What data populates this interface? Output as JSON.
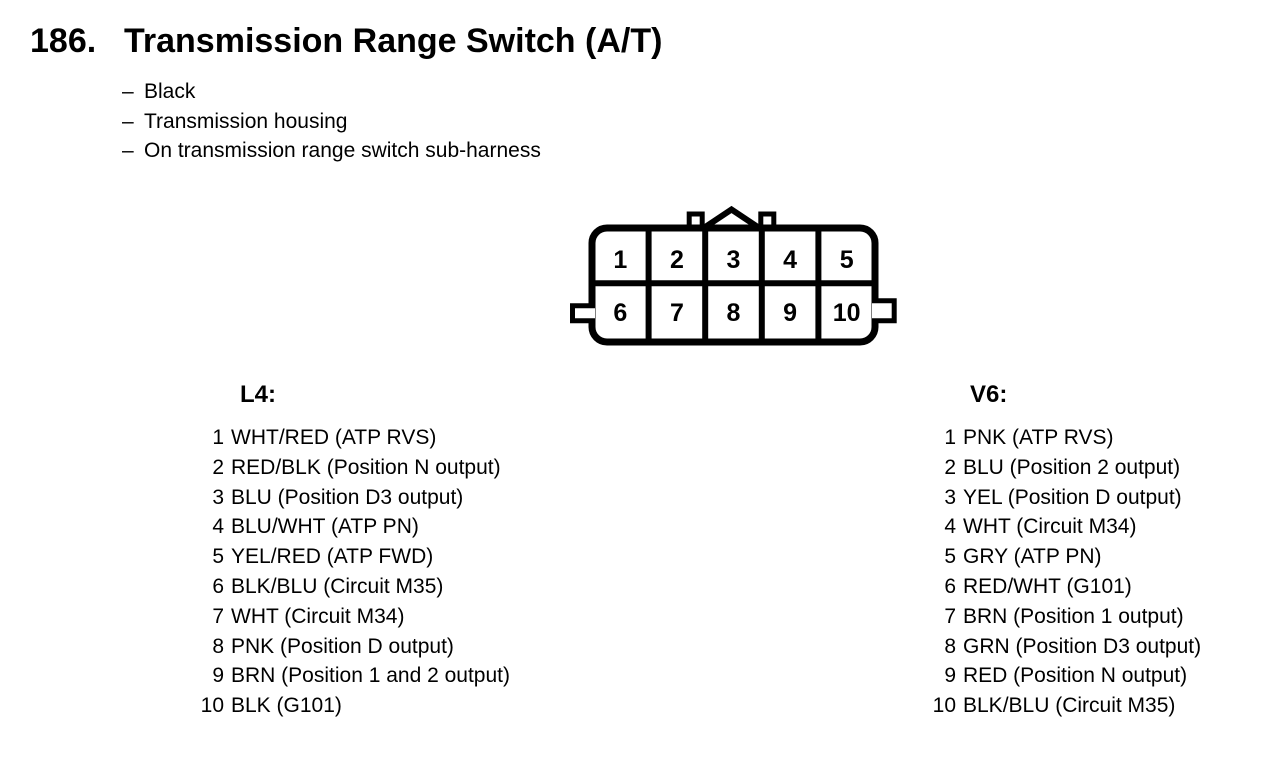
{
  "page": {
    "number_label": "186.",
    "title": "Transmission Range Switch (A/T)",
    "bullets": [
      {
        "dash": "–",
        "text": "Black"
      },
      {
        "dash": "–",
        "text": "Transmission housing"
      },
      {
        "dash": "–",
        "text": "On transmission range switch sub-harness"
      }
    ]
  },
  "connector": {
    "description": "10-pin connector, 2 rows of 5, front view",
    "pins": [
      "1",
      "2",
      "3",
      "4",
      "5",
      "6",
      "7",
      "8",
      "9",
      "10"
    ]
  },
  "pinouts": {
    "l4": {
      "heading": "L4:",
      "rows": [
        {
          "pin": "1",
          "desc": "WHT/RED (ATP RVS)"
        },
        {
          "pin": "2",
          "desc": "RED/BLK (Position N output)"
        },
        {
          "pin": "3",
          "desc": "BLU (Position D3 output)"
        },
        {
          "pin": "4",
          "desc": "BLU/WHT (ATP PN)"
        },
        {
          "pin": "5",
          "desc": "YEL/RED (ATP FWD)"
        },
        {
          "pin": "6",
          "desc": "BLK/BLU (Circuit M35)"
        },
        {
          "pin": "7",
          "desc": "WHT (Circuit M34)"
        },
        {
          "pin": "8",
          "desc": "PNK (Position D output)"
        },
        {
          "pin": "9",
          "desc": "BRN (Position 1 and 2 output)"
        },
        {
          "pin": "10",
          "desc": "BLK (G101)"
        }
      ]
    },
    "v6": {
      "heading": "V6:",
      "rows": [
        {
          "pin": "1",
          "desc": "PNK (ATP RVS)"
        },
        {
          "pin": "2",
          "desc": "BLU (Position 2 output)"
        },
        {
          "pin": "3",
          "desc": "YEL (Position D output)"
        },
        {
          "pin": "4",
          "desc": "WHT (Circuit M34)"
        },
        {
          "pin": "5",
          "desc": "GRY (ATP PN)"
        },
        {
          "pin": "6",
          "desc": "RED/WHT (G101)"
        },
        {
          "pin": "7",
          "desc": "BRN (Position 1 output)"
        },
        {
          "pin": "8",
          "desc": "GRN (Position D3 output)"
        },
        {
          "pin": "9",
          "desc": "RED (Position N output)"
        },
        {
          "pin": "10",
          "desc": "BLK/BLU (Circuit M35)"
        }
      ]
    }
  },
  "colors": {
    "ink": "#000000",
    "background": "#ffffff"
  }
}
